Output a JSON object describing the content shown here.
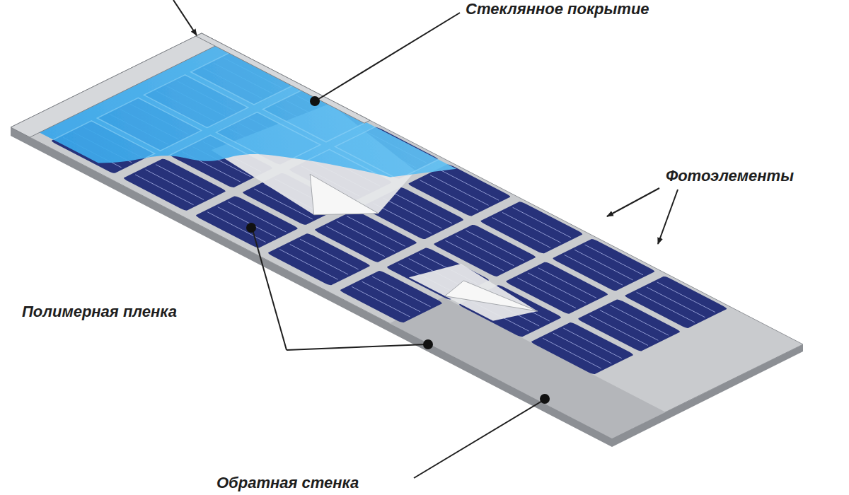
{
  "diagram": {
    "labels": [
      "Стеклянное покрытие",
      "Фотоэлементы",
      "Полимерная пленка",
      "Обратная стенка"
    ]
  }
}
